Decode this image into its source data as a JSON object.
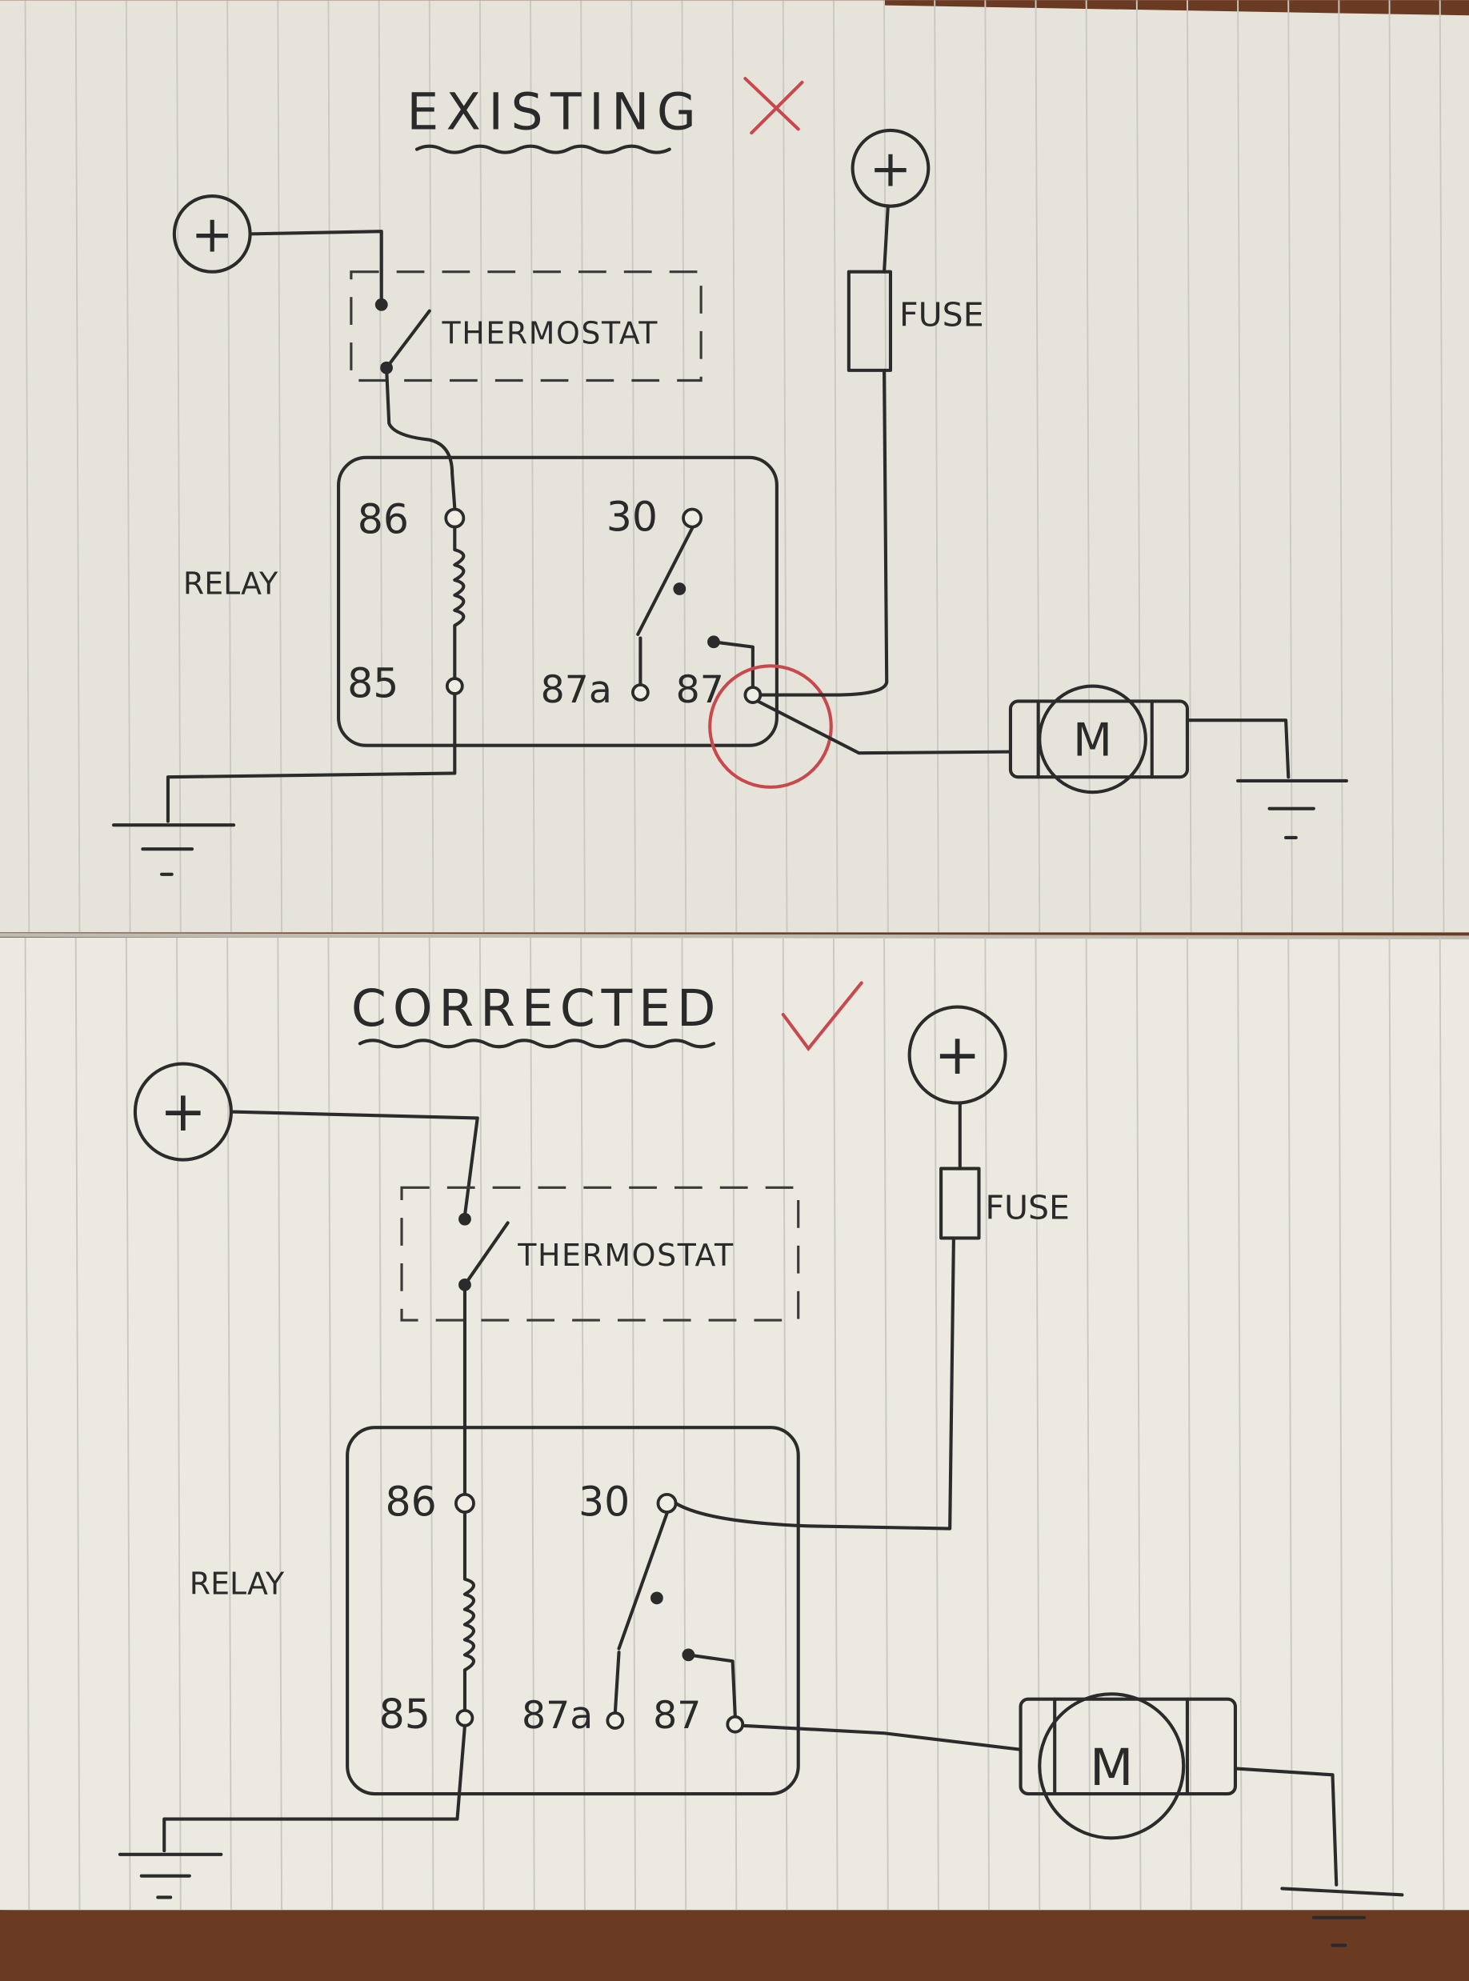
{
  "existing": {
    "title": "EXISTING",
    "status_mark": "red-x",
    "thermostat_label": "THERMOSTAT",
    "fuse_label": "FUSE",
    "relay_label": "RELAY",
    "pins": {
      "p86": "86",
      "p85": "85",
      "p30": "30",
      "p87a": "87a",
      "p87": "87"
    },
    "motor_label": "M",
    "plus": "+"
  },
  "corrected": {
    "title": "CORRECTED",
    "status_mark": "red-check",
    "thermostat_label": "THERMOSTAT",
    "fuse_label": "FUSE",
    "relay_label": "RELAY",
    "pins": {
      "p86": "86",
      "p85": "85",
      "p30": "30",
      "p87a": "87a",
      "p87": "87"
    },
    "motor_label": "M",
    "plus": "+"
  },
  "colors": {
    "ink": "#2b2b2b",
    "red_pen": "#c8484e",
    "paper": "#e9e7de",
    "wood": "#6b3a22"
  }
}
